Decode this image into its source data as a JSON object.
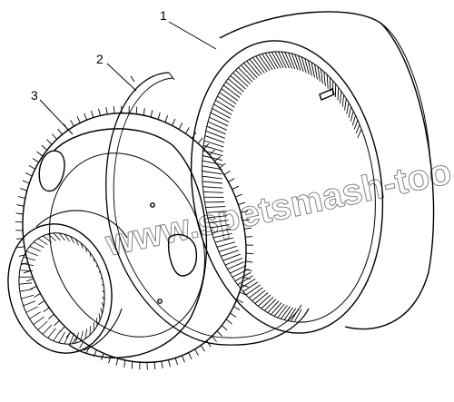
{
  "callouts": [
    {
      "label": "1"
    },
    {
      "label": "2"
    },
    {
      "label": "3"
    }
  ],
  "watermark": {
    "text": "www.spetsmash-too.kz"
  }
}
